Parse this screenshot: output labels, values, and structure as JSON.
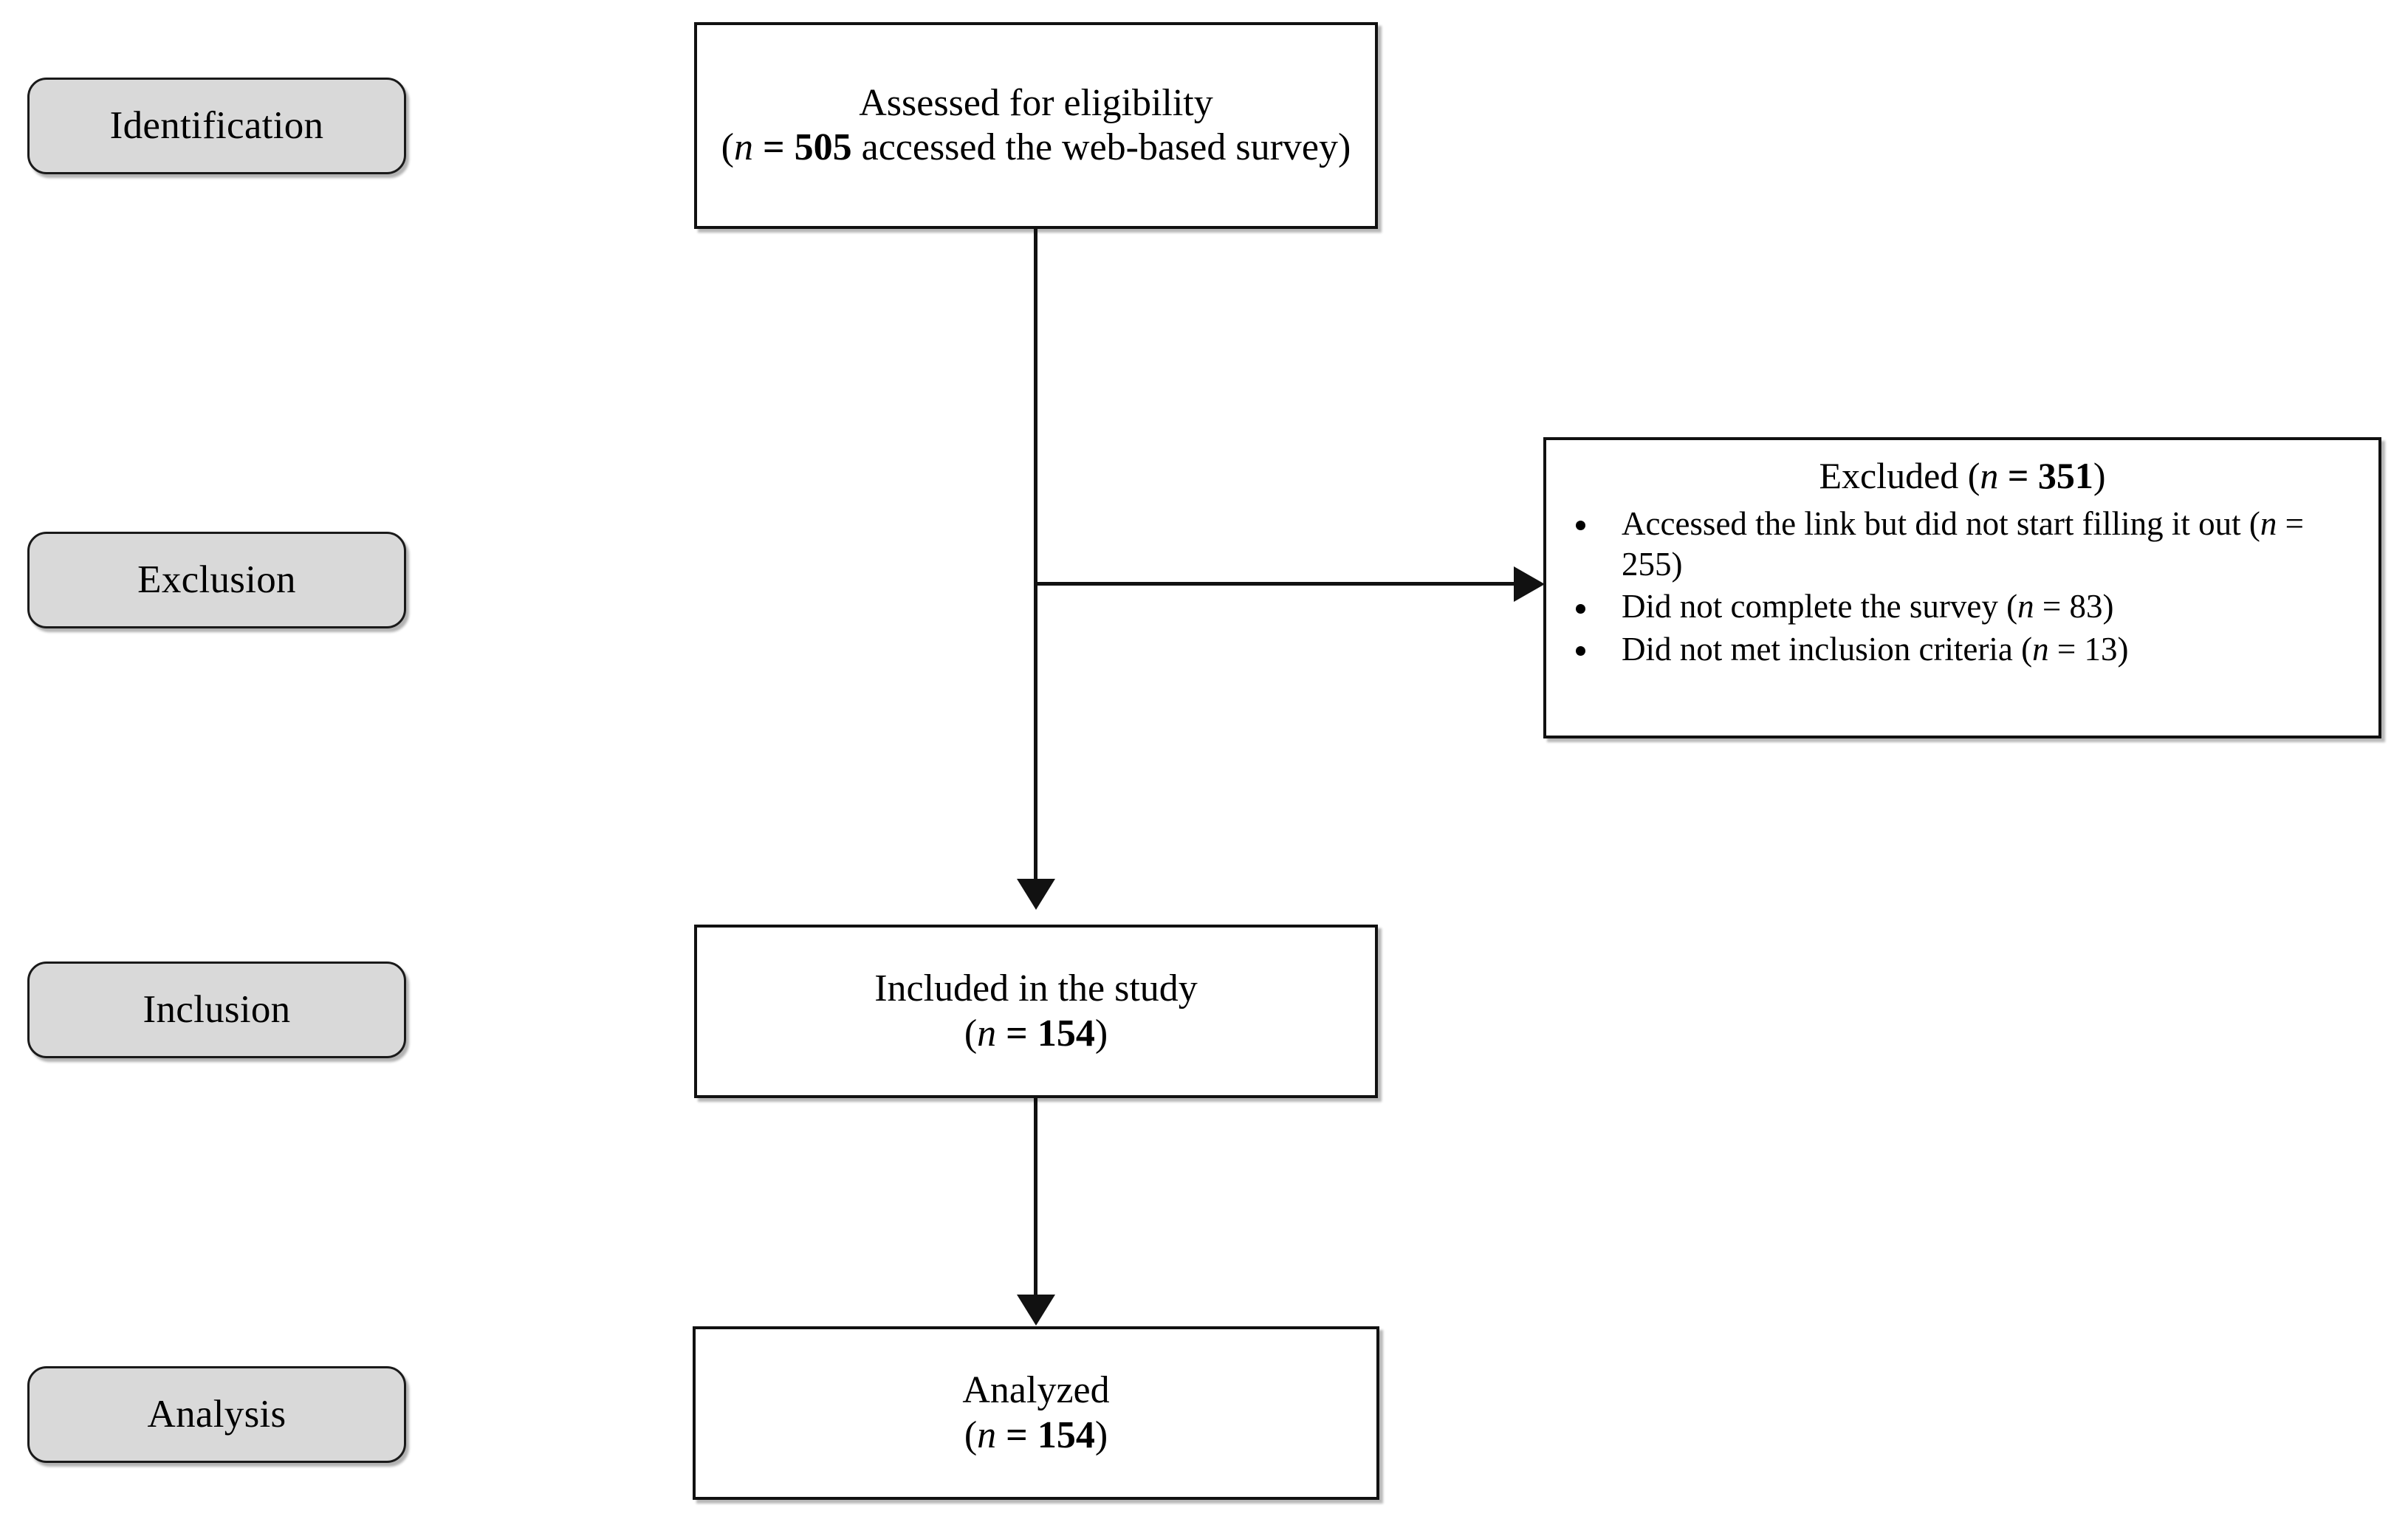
{
  "figure": {
    "type": "flowchart",
    "subtype": "prisma-participant-flow",
    "background_color": "#ffffff",
    "line_color": "#111111",
    "pill_fill_color": "#d9d9d9",
    "pill_border_color": "#1a1a1a",
    "box_fill_color": "#ffffff",
    "box_border_color": "#111111"
  },
  "stages": [
    {
      "id": "identification",
      "label": "Identification"
    },
    {
      "id": "exclusion",
      "label": "Exclusion"
    },
    {
      "id": "inclusion",
      "label": "Inclusion"
    },
    {
      "id": "analysis",
      "label": "Analysis"
    }
  ],
  "boxes": {
    "eligibility": {
      "line1": "Assessed for eligibility",
      "paren_open": "(",
      "n_symbol": "n",
      "equals": " = ",
      "count": "505",
      "rest": " accessed the web-based survey)"
    },
    "excluded": {
      "title_text": "Excluded (",
      "title_n": "n",
      "title_equals": " = ",
      "title_count": "351",
      "title_close": ")",
      "items": [
        {
          "text": "Accessed the link but did not start filling it out (",
          "n": "n",
          "equals": " = ",
          "count": "255",
          "close": ")"
        },
        {
          "text": "Did not complete the survey (",
          "n": "n",
          "equals": " = ",
          "count": "83",
          "close": ")"
        },
        {
          "text": "Did not met inclusion criteria (",
          "n": "n",
          "equals": " = ",
          "count": "13",
          "close": ")"
        }
      ]
    },
    "included": {
      "line1": "Included in the study",
      "paren_open": "(",
      "n_symbol": "n",
      "equals": " = ",
      "count": "154",
      "paren_close": ")"
    },
    "analyzed": {
      "line1": "Analyzed",
      "paren_open": "(",
      "n_symbol": "n",
      "equals": " = ",
      "count": "154",
      "paren_close": ")"
    }
  },
  "flow_data": {
    "assessed_for_eligibility": 505,
    "excluded_total": 351,
    "excluded_breakdown": {
      "accessed_link_not_started": 255,
      "did_not_complete_survey": 83,
      "did_not_meet_inclusion_criteria": 13
    },
    "included_in_study": 154,
    "analyzed": 154
  }
}
